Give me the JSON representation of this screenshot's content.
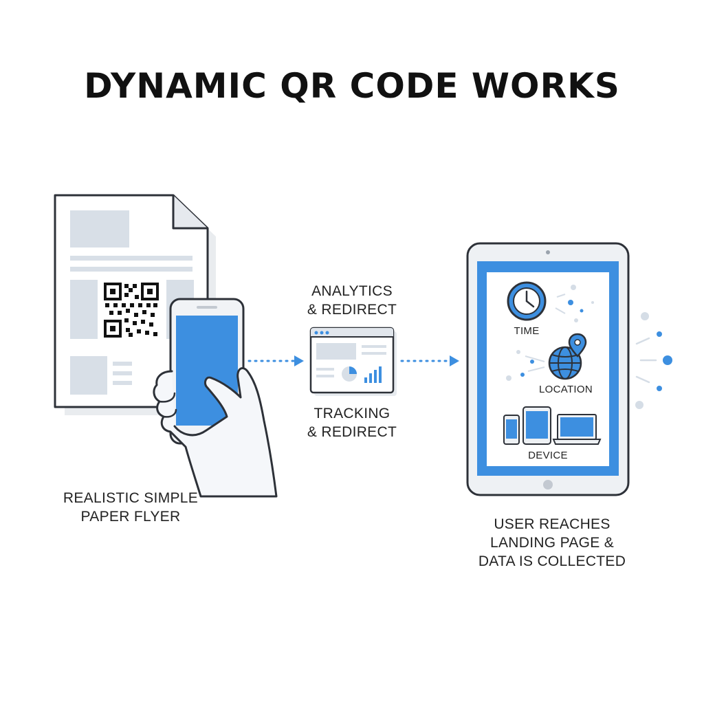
{
  "title": "DYNAMIC QR CODE WORKS",
  "steps": {
    "flyer": {
      "caption_line1": "REALISTIC SIMPLE",
      "caption_line2": "PAPER FLYER"
    },
    "server": {
      "top_line1": "ANALYTICS",
      "top_line2": "& REDIRECT",
      "bottom_line1": "TRACKING",
      "bottom_line2": "& REDIRECT"
    },
    "tablet": {
      "caption_line1": "USER REACHES",
      "caption_line2": "LANDING PAGE &",
      "caption_line3": "DATA IS COLLECTED",
      "data_points": {
        "time": "TIME",
        "location": "LOCATION",
        "device": "DEVICE"
      }
    }
  },
  "icons": {
    "flyer": "paper-flyer-icon",
    "qr": "qr-code-icon",
    "phone": "smartphone-icon",
    "hand": "hand-icon",
    "server": "analytics-window-icon",
    "tablet": "tablet-icon",
    "clock": "clock-icon",
    "globe": "globe-pin-icon",
    "devices": "devices-icon"
  },
  "colors": {
    "accent": "#3d8fe0",
    "outline": "#2d3138",
    "light": "#d5dde6"
  }
}
